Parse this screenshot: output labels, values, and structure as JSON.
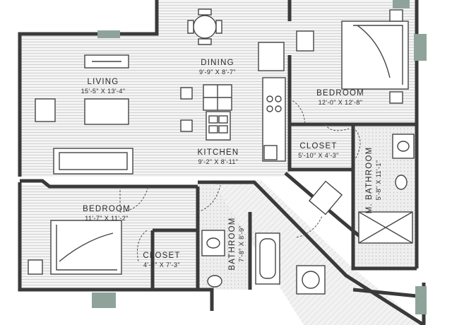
{
  "rooms": {
    "dining": {
      "name": "DINING",
      "dims": "9'-9\" X 8'-7\""
    },
    "living": {
      "name": "LIVING",
      "dims": "15'-5\" X 13'-4\""
    },
    "kitchen": {
      "name": "KITCHEN",
      "dims": "9'-2\" X 8'-11\""
    },
    "bedroom_1": {
      "name": "BEDROOM",
      "dims": "12'-0\" X 12'-8\""
    },
    "closet_1": {
      "name": "CLOSET",
      "dims": "5'-10\" X 4'-3\""
    },
    "m_bathroom": {
      "name": "M. BATHROOM",
      "dims": "5'-8\" X 11'-1\""
    },
    "bedroom_2": {
      "name": "BEDROOM",
      "dims": "11'-7\" X 11'-2\""
    },
    "closet_2": {
      "name": "CLOSET",
      "dims": "4'-0\" X 7'-3\""
    },
    "bathroom": {
      "name": "BATHROOM",
      "dims": "7'-8\" X 8'-9\""
    }
  },
  "colors": {
    "wall": "#3a3a3a",
    "window": "#8fa39b",
    "floor_wood": "#ececec",
    "floor_tile": "#e3e3e3"
  }
}
